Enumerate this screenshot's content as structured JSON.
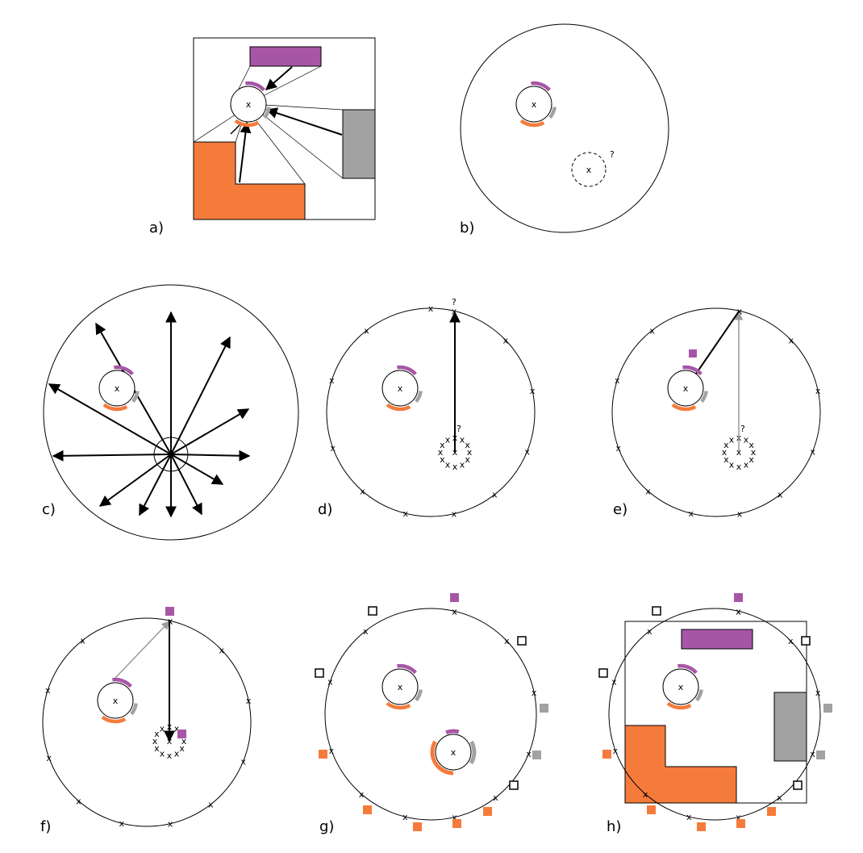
{
  "colors": {
    "purple": "#a756a6",
    "orange": "#f57b3b",
    "gray": "#a2a2a2",
    "light_gray": "#999999",
    "black": "#000000"
  },
  "panel_labels": [
    "a)",
    "b)",
    "c)",
    "d)",
    "e)",
    "f)",
    "g)",
    "h)"
  ],
  "robot_marker": "x",
  "unknown_marker": "?"
}
